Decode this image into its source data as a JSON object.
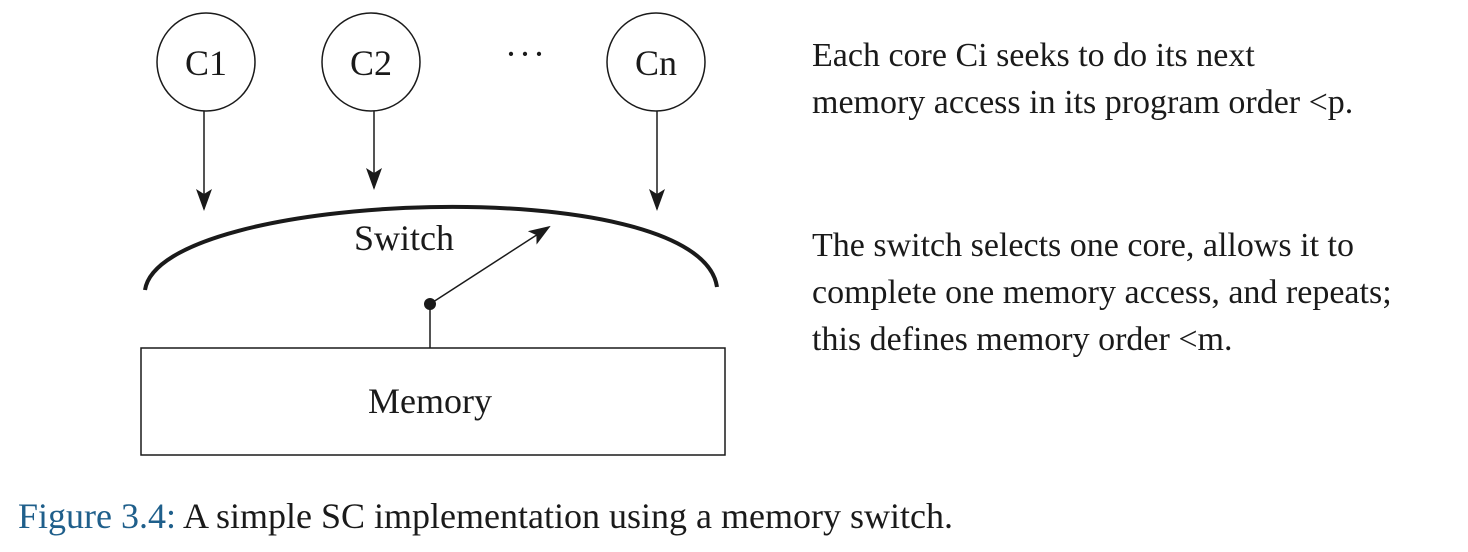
{
  "diagram": {
    "cores": [
      "C1",
      "C2",
      "Cn"
    ],
    "ellipsis": "···",
    "switch_label": "Switch",
    "memory_label": "Memory"
  },
  "descriptions": [
    {
      "lines": [
        "Each core Ci seeks to do its next",
        "memory access in its program order <p."
      ]
    },
    {
      "lines": [
        "The switch selects one core, allows it to",
        "complete one memory access, and repeats;",
        "this defines memory order <m."
      ]
    }
  ],
  "caption": {
    "label": "Figure 3.4:",
    "text": "A simple SC implementation using a memory switch.",
    "label_color": "#1f5f8b"
  }
}
